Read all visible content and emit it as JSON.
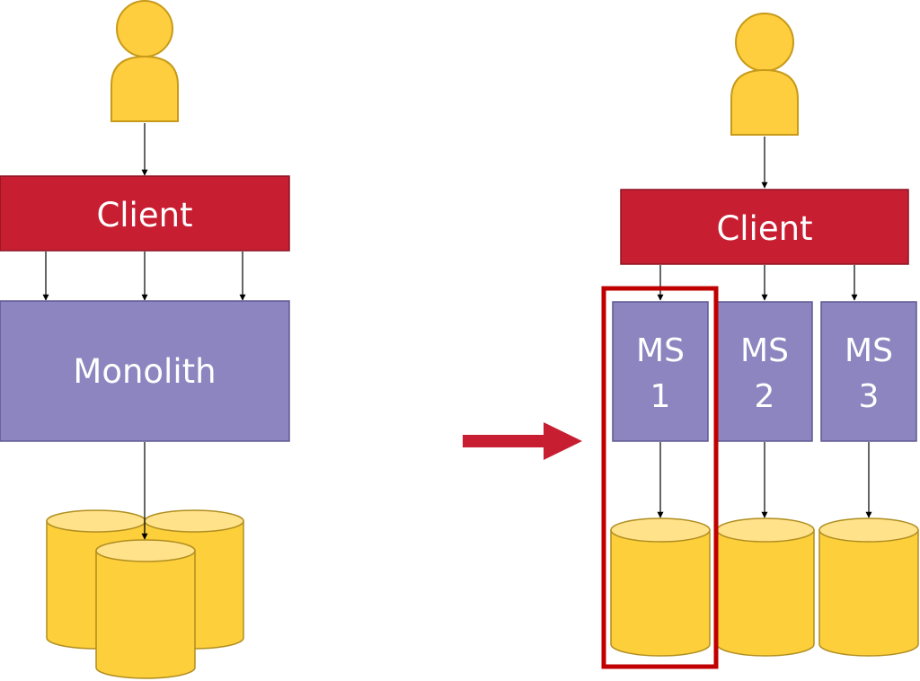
{
  "monolith_side": {
    "client_label": "Client",
    "monolith_label": "Monolith"
  },
  "microservices_side": {
    "client_label": "Client",
    "services": [
      {
        "line1": "MS",
        "line2": "1"
      },
      {
        "line1": "MS",
        "line2": "2"
      },
      {
        "line1": "MS",
        "line2": "3"
      }
    ]
  },
  "colors": {
    "user": "#FECE3E",
    "user_stroke": "#C79A1A",
    "client": "#C81E32",
    "client_stroke": "#8E1422",
    "service": "#8C85BF",
    "service_stroke": "#5E5892",
    "database": "#FDCF3B",
    "database_top": "#FFE28A",
    "database_stroke": "#B08E20",
    "transition_arrow": "#C81E32",
    "highlight": "#C00000",
    "connector": "#000000"
  },
  "icons": [
    "user-icon",
    "database-icon",
    "arrow-right-icon"
  ]
}
